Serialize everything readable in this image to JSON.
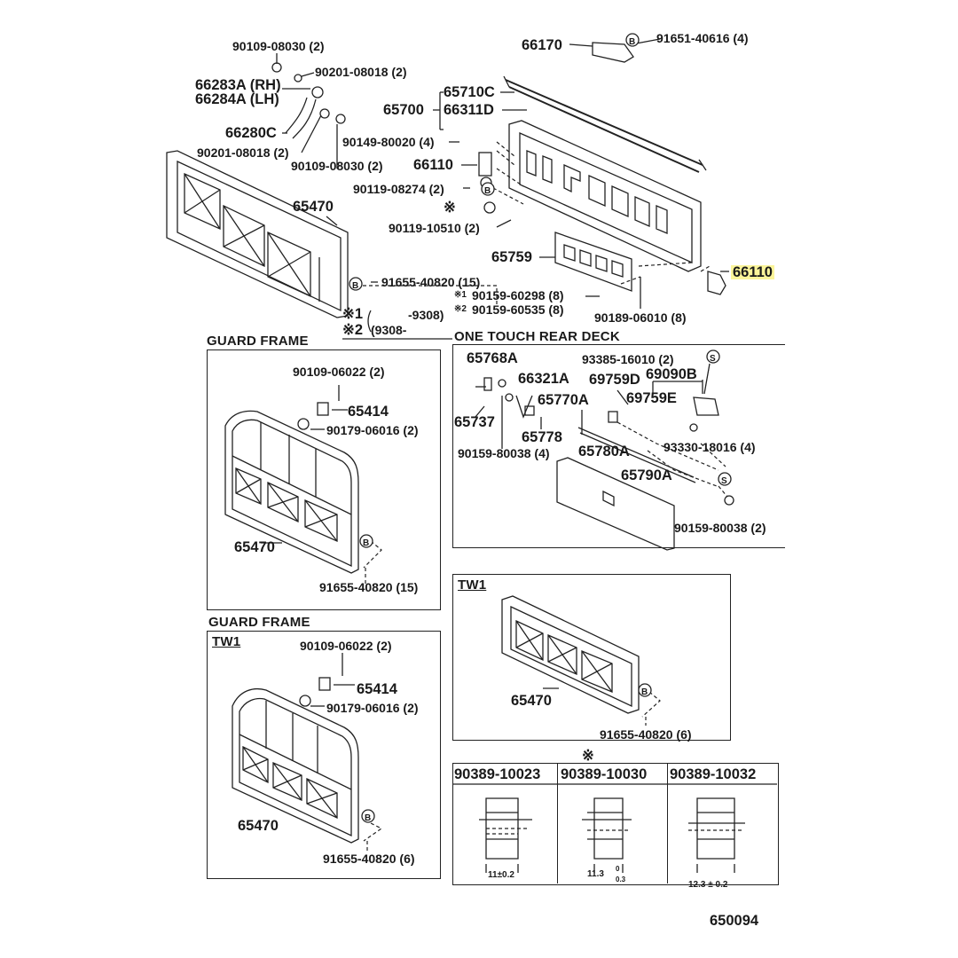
{
  "figure_id": "650094",
  "colors": {
    "line": "#222222",
    "highlight": "#fbf59a",
    "background": "#ffffff"
  },
  "main": {
    "labels": {
      "p90109_08030_top": "90109-08030 (2)",
      "p90201_08018_top": "90201-08018 (2)",
      "p66283A": "66283A (RH)",
      "p66284A": "66284A (LH)",
      "p66280C": "66280C",
      "p90201_08018_bot": "90201-08018 (2)",
      "p90149_80020": "90149-80020 (4)",
      "p90109_08030_bot": "90109-08030 (2)",
      "p66170": "66170",
      "p91651_40616": "91651-40616 (4)",
      "p65710C": "65710C",
      "p65700": "65700",
      "p66311D": "66311D",
      "p66110_left": "66110",
      "p90119_08274": "90119-08274 (2)",
      "p90119_10510": "90119-10510 (2)",
      "p65470_main": "65470",
      "p65759": "65759",
      "p66110_right": "66110",
      "p91655_40820_main": "91655-40820 (15)",
      "p90159_60298": "90159-60298 (8)",
      "p90159_60535": "90159-60535 (8)",
      "p90189_06010": "90189-06010 (8)",
      "note1_mark": "※1",
      "note2_mark": "※2",
      "note1_range": "-9308)",
      "note2_range": "(9308-",
      "mark1": "※1",
      "mark2": "※2",
      "asterisk": "※"
    }
  },
  "guard_frame": {
    "title": "GUARD FRAME",
    "labels": {
      "bolt": "90109-06022 (2)",
      "part65414": "65414",
      "nut": "90179-06016 (2)",
      "frame": "65470",
      "screw": "91655-40820 (15)"
    }
  },
  "guard_frame_tw1": {
    "title": "GUARD FRAME",
    "variant": "TW1",
    "labels": {
      "bolt": "90109-06022 (2)",
      "part65414": "65414",
      "nut": "90179-06016 (2)",
      "frame": "65470",
      "screw": "91655-40820 (6)"
    }
  },
  "rear_deck": {
    "title": "ONE TOUCH REAR DECK",
    "labels": {
      "p65768A": "65768A",
      "p66321A": "66321A",
      "p69759D": "69759D",
      "p93385": "93385-16010 (2)",
      "p69090B": "69090B",
      "p65770A": "65770A",
      "p69759E": "69759E",
      "p65737": "65737",
      "p65778": "65778",
      "p90159_80038_4": "90159-80038 (4)",
      "p65780A": "65780A",
      "p93330": "93330-18016 (4)",
      "p65790A": "65790A",
      "p90159_80038_2": "90159-80038 (2)"
    }
  },
  "tw1_box": {
    "variant": "TW1",
    "labels": {
      "frame": "65470",
      "screw": "91655-40820 (6)"
    }
  },
  "spacer_table": {
    "mark": "※",
    "columns": [
      {
        "part": "90389-10023",
        "dim": "11±0.2"
      },
      {
        "part": "90389-10030",
        "dim": "11.3",
        "tol_upper": "0",
        "tol_lower": "0.3"
      },
      {
        "part": "90389-10032",
        "dim": "12.3 ± 0.2"
      }
    ]
  },
  "circle_b": "B",
  "circle_s": "S"
}
